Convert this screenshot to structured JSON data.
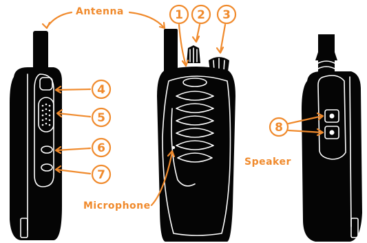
{
  "labels": {
    "antenna": "Antenna",
    "microphone": "Microphone",
    "speaker": "Speaker"
  },
  "callouts": [
    "1",
    "2",
    "3",
    "4",
    "5",
    "6",
    "7",
    "8"
  ],
  "colors": {
    "accent": "#f08a2c",
    "radio_body": "#050505",
    "outline": "#ffffff"
  }
}
